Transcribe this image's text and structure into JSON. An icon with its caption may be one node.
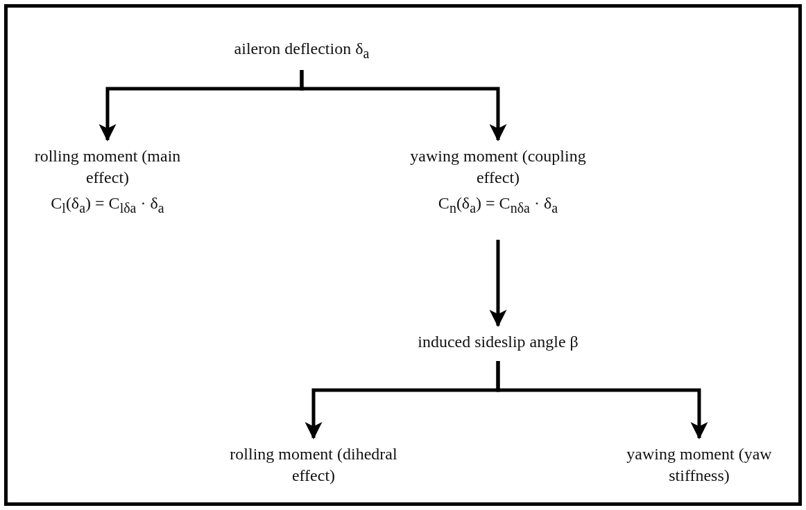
{
  "diagram": {
    "nodes": [
      {
        "text": [
          "aileron deflection δ$_{a}$"
        ]
      },
      {
        "text": [
          "rolling moment (main effect)",
          "C$_{l}$(δ$_{a}$) = C$_{lδa}$ · δ$_{a}$"
        ]
      },
      {
        "text": [
          "yawing moment (coupling effect)",
          "C$_{n}$(δ$_{a}$) = C$_{nδa}$ · δ$_{a}$"
        ]
      },
      {
        "text": [
          "induced sideslip angle β"
        ]
      },
      {
        "text": [
          "rolling moment (dihedral effect)"
        ]
      },
      {
        "text": [
          "yawing moment (yaw stiffness)"
        ]
      }
    ],
    "edges": [
      {
        "from": 0,
        "to": 1,
        "arrow": "to"
      },
      {
        "from": 0,
        "to": 2,
        "arrow": "to"
      },
      {
        "from": 2,
        "to": 3,
        "arrow": "to"
      },
      {
        "from": 3,
        "to": 4,
        "arrow": "to"
      },
      {
        "from": 3,
        "to": 5,
        "arrow": "to"
      }
    ]
  }
}
